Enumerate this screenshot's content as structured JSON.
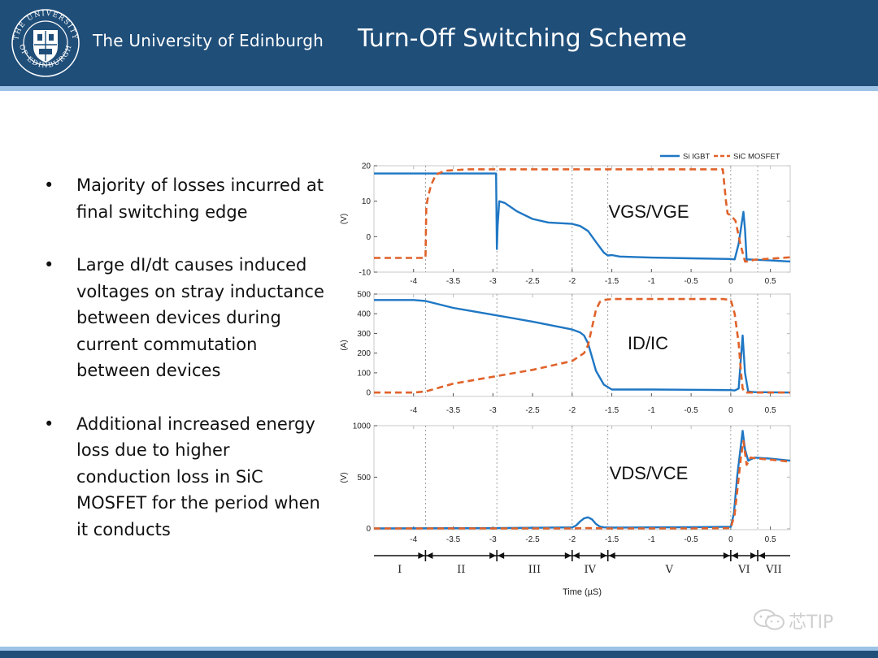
{
  "header": {
    "university": "The University of Edinburgh",
    "title": "Turn-Off Switching Scheme",
    "crest_top_text": "THE UNIVERSITY",
    "crest_bottom_text": "OF EDINBURGH"
  },
  "bullets": [
    "Majority of losses incurred at final switching edge",
    "Large dI/dt causes induced voltages on stray inductance between devices during current commutation between devices",
    "Additional increased energy loss due to higher conduction loss in SiC MOSFET for the period when it conducts"
  ],
  "watermark": "芯TIP",
  "colors": {
    "header_bg": "#1f4e79",
    "accent_strip": "#9dc3e6",
    "si_igbt": "#1f77c4",
    "sic_mosfet": "#e0622a"
  },
  "chart_data": [
    {
      "type": "line",
      "panel": "gate-voltage",
      "annotation": "VGS/VGE",
      "ylabel": "(V)",
      "xlim": [
        -4.5,
        0.75
      ],
      "ylim": [
        -10,
        20
      ],
      "yticks": [
        -10,
        0,
        10,
        20
      ],
      "xticks": [
        -4,
        -3.5,
        -3,
        -2.5,
        -2,
        -1.5,
        -1,
        -0.5,
        0,
        0.5
      ],
      "legend": {
        "placement": "top-right",
        "entries": [
          "Si IGBT",
          "SiC MOSFET"
        ]
      },
      "series": [
        {
          "name": "Si IGBT",
          "x": [
            -4.5,
            -2.96,
            -2.95,
            -2.94,
            -2.92,
            -2.85,
            -2.7,
            -2.5,
            -2.3,
            -2.0,
            -1.9,
            -1.8,
            -1.7,
            -1.6,
            -1.55,
            -1.5,
            -1.4,
            -1.0,
            -0.5,
            0.0,
            0.05,
            0.1,
            0.14,
            0.16,
            0.18,
            0.2,
            0.22,
            0.3,
            0.5,
            0.75
          ],
          "y": [
            17.8,
            17.8,
            -3.5,
            3,
            10,
            9.5,
            7.2,
            5.0,
            4.0,
            3.6,
            3.0,
            1.6,
            -1.5,
            -4.5,
            -5.3,
            -5.2,
            -5.6,
            -5.9,
            -6.1,
            -6.3,
            -6.4,
            -2,
            4,
            7,
            2,
            -6.5,
            -6.4,
            -6.5,
            -6.7,
            -7.0
          ]
        },
        {
          "name": "SiC MOSFET",
          "x": [
            -4.5,
            -3.85,
            -3.84,
            -3.82,
            -3.78,
            -3.72,
            -3.6,
            -3.3,
            -3.0,
            -2.5,
            -2.0,
            -1.5,
            -1.0,
            -0.5,
            -0.1,
            -0.06,
            -0.04,
            0.0,
            0.06,
            0.12,
            0.18,
            0.22,
            0.3,
            0.5,
            0.75
          ],
          "y": [
            -6.0,
            -6.0,
            8.5,
            11.0,
            14.5,
            17.5,
            18.6,
            19.0,
            19.0,
            19.0,
            19.0,
            19.0,
            19.0,
            19.0,
            19.0,
            10.0,
            6.5,
            6.0,
            4.5,
            -2.0,
            -7.0,
            -7.0,
            -6.5,
            -6.2,
            -5.8
          ]
        }
      ]
    },
    {
      "type": "line",
      "panel": "current",
      "annotation": "ID/IC",
      "ylabel": "(A)",
      "xlim": [
        -4.5,
        0.75
      ],
      "ylim": [
        -20,
        500
      ],
      "yticks": [
        0,
        100,
        200,
        300,
        400,
        500
      ],
      "xticks": [
        -4,
        -3.5,
        -3,
        -2.5,
        -2,
        -1.5,
        -1,
        -0.5,
        0,
        0.5
      ],
      "series": [
        {
          "name": "Si IGBT",
          "x": [
            -4.5,
            -4.0,
            -3.85,
            -3.5,
            -3.0,
            -2.5,
            -2.0,
            -1.9,
            -1.85,
            -1.8,
            -1.75,
            -1.7,
            -1.6,
            -1.5,
            -1.0,
            -0.5,
            0.0,
            0.05,
            0.1,
            0.13,
            0.15,
            0.18,
            0.22,
            0.3,
            0.75
          ],
          "y": [
            470,
            470,
            465,
            430,
            395,
            360,
            320,
            305,
            290,
            250,
            180,
            110,
            40,
            15,
            15,
            14,
            12,
            10,
            20,
            180,
            290,
            100,
            5,
            2,
            0
          ]
        },
        {
          "name": "SiC MOSFET",
          "x": [
            -4.5,
            -4.0,
            -3.85,
            -3.5,
            -3.0,
            -2.5,
            -2.0,
            -1.85,
            -1.8,
            -1.75,
            -1.7,
            -1.65,
            -1.6,
            -1.5,
            -1.0,
            -0.5,
            -0.1,
            0.0,
            0.05,
            0.1,
            0.13,
            0.15,
            0.18,
            0.22,
            0.3,
            0.75
          ],
          "y": [
            0,
            0,
            5,
            45,
            80,
            115,
            160,
            200,
            240,
            330,
            420,
            460,
            470,
            475,
            475,
            475,
            475,
            470,
            400,
            250,
            100,
            20,
            0,
            0,
            0,
            0
          ]
        }
      ]
    },
    {
      "type": "line",
      "panel": "drain-voltage",
      "annotation": "VDS/VCE",
      "ylabel": "(V)",
      "xlim": [
        -4.5,
        0.75
      ],
      "ylim": [
        -10,
        1000
      ],
      "yticks": [
        0,
        500,
        1000
      ],
      "xticks": [
        -4,
        -3.5,
        -3,
        -2.5,
        -2,
        -1.5,
        -1,
        -0.5,
        0,
        0.5
      ],
      "series": [
        {
          "name": "Si IGBT",
          "x": [
            -4.5,
            -3.0,
            -2.5,
            -2.0,
            -1.95,
            -1.9,
            -1.85,
            -1.8,
            -1.75,
            -1.7,
            -1.65,
            -1.6,
            -1.5,
            -1.0,
            -0.5,
            0.0,
            0.04,
            0.08,
            0.12,
            0.15,
            0.18,
            0.22,
            0.3,
            0.5,
            0.75
          ],
          "y": [
            3,
            5,
            8,
            12,
            30,
            70,
            100,
            110,
            90,
            45,
            20,
            12,
            10,
            12,
            14,
            18,
            150,
            500,
            760,
            950,
            770,
            660,
            690,
            680,
            660
          ]
        },
        {
          "name": "SiC MOSFET",
          "x": [
            -4.5,
            -3.0,
            -2.5,
            -2.0,
            -1.9,
            -1.8,
            -1.7,
            -1.6,
            -1.5,
            -1.0,
            -0.5,
            0.0,
            0.05,
            0.09,
            0.13,
            0.16,
            0.2,
            0.25,
            0.35,
            0.5,
            0.75
          ],
          "y": [
            2,
            2,
            2,
            2,
            4,
            5,
            4,
            2,
            2,
            2,
            2,
            5,
            140,
            420,
            700,
            850,
            620,
            690,
            680,
            670,
            650
          ]
        }
      ]
    },
    {
      "type": "table",
      "panel": "switching-intervals",
      "xlabel": "Time (µS)",
      "boundaries": [
        -3.85,
        -2.95,
        -2.0,
        -1.55,
        0.0,
        0.34
      ],
      "intervals": [
        {
          "label": "I",
          "from": -4.5,
          "to": -3.85
        },
        {
          "label": "II",
          "from": -3.85,
          "to": -2.95
        },
        {
          "label": "III",
          "from": -2.95,
          "to": -2.0
        },
        {
          "label": "IV",
          "from": -2.0,
          "to": -1.55
        },
        {
          "label": "V",
          "from": -1.55,
          "to": 0.0
        },
        {
          "label": "VI",
          "from": 0.0,
          "to": 0.34
        },
        {
          "label": "VII",
          "from": 0.34,
          "to": 0.75
        }
      ]
    }
  ]
}
